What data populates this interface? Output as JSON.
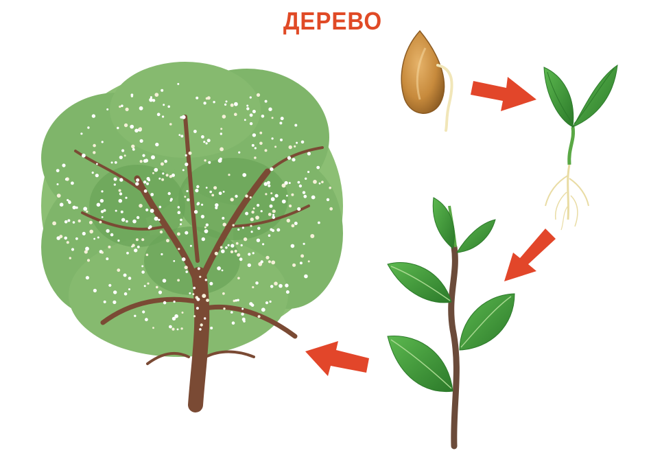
{
  "title": "ДЕРЕВО",
  "colors": {
    "title": "#e04a26",
    "arrow": "#e2462a",
    "leaf": "#3f9a3a",
    "leaf_dark": "#2c7a2a",
    "foliage": "#7fb56a",
    "trunk": "#7a4a34",
    "seed": "#c78a3c"
  },
  "stages": [
    {
      "name": "seed-stage",
      "icon": "sprouting-seed-icon"
    },
    {
      "name": "seedling-stage",
      "icon": "seedling-icon"
    },
    {
      "name": "sapling-stage",
      "icon": "young-plant-icon"
    },
    {
      "name": "tree-stage",
      "icon": "flowering-tree-icon"
    }
  ]
}
